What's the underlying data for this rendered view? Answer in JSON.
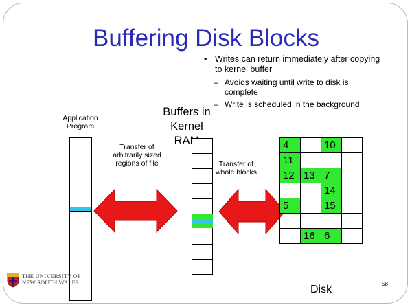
{
  "slide": {
    "title": "Buffering Disk Blocks",
    "bullet_main": "Writes can return immediately after copying to kernel buffer",
    "sub_bullets": [
      "Avoids waiting until write to disk is complete",
      "Write is scheduled in the background"
    ],
    "labels": {
      "application_program": "Application Program",
      "buffers": "Buffers in Kernel RAM",
      "transfer_left": "Transfer of arbitrarily sized regions of file",
      "transfer_right": "Transfer of whole blocks",
      "disk": "Disk"
    },
    "disk_grid": [
      [
        "4",
        "",
        "10",
        ""
      ],
      [
        "11",
        "",
        "",
        ""
      ],
      [
        "12",
        "13",
        "7",
        ""
      ],
      [
        "",
        "",
        "14",
        ""
      ],
      [
        "5",
        "",
        "15",
        ""
      ],
      [
        "",
        "",
        "",
        ""
      ],
      [
        "",
        "16",
        "6",
        ""
      ]
    ],
    "footer": {
      "university_line1": "THE UNIVERSITY OF",
      "university_line2": "NEW SOUTH WALES",
      "page_number": "58"
    },
    "colors": {
      "title": "#2a2ab8",
      "block_fill": "#33e833",
      "buffer_highlight": "#33c4ea",
      "arrow": "#e81818"
    }
  }
}
